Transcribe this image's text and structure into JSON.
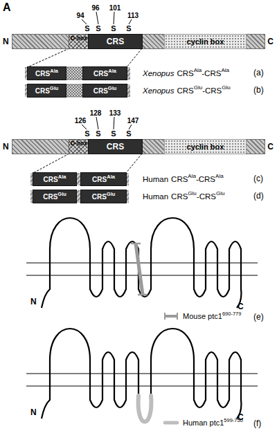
{
  "diagram": {
    "nodes": [
      {
        "text": [
          "N",
          "C"
        ]
      },
      {
        "text": [
          "D-box"
        ],
        "in": 0
      },
      {
        "text": [
          "CRS"
        ],
        "in": 0
      },
      {
        "text": [
          "cyclin box"
        ],
        "in": 0
      },
      {
        "text": [
          "CRS",
          "Ala"
        ]
      },
      {
        "text": [
          "CRS",
          "Ala"
        ]
      },
      {
        "text": [
          "CRS",
          "Glu"
        ]
      },
      {
        "text": [
          "CRS",
          "Glu"
        ]
      },
      {
        "text": [
          "N",
          "C"
        ]
      },
      {
        "text": [
          "D-box"
        ],
        "in": 8
      },
      {
        "text": [
          "CRS"
        ],
        "in": 8
      },
      {
        "text": [
          "cyclin box"
        ],
        "in": 8
      },
      {
        "text": [
          "CRS",
          "Ala"
        ]
      },
      {
        "text": [
          "CRS",
          "Ala"
        ]
      },
      {
        "text": [
          "CRS",
          "Glu"
        ]
      },
      {
        "text": [
          "CRS",
          "Glu"
        ]
      }
    ],
    "labels": [
      "A",
      "94",
      "96",
      "101",
      "113",
      "S",
      "S",
      "S",
      "S",
      "Xenopus",
      "CRS",
      "Ala",
      "-CRS",
      "Ala",
      "(a)",
      "Xenopus",
      "CRS",
      "Glu",
      "-CRS",
      "Glu",
      "(b)",
      "126",
      "128",
      "133",
      "147",
      "S",
      "S",
      "S",
      "S",
      "Human",
      "CRS",
      "Ala",
      "-CRS",
      "Ala",
      "(c)",
      "Human",
      "CRS",
      "Glu",
      "-CRS",
      "Glu",
      "(d)",
      "N",
      "C",
      "(e)",
      "690-779",
      "N",
      "C",
      "(f)",
      "599-750"
    ],
    "legend": [
      {
        "text": "Mouse ptc1"
      },
      {
        "text": "Human ptc1"
      }
    ]
  }
}
